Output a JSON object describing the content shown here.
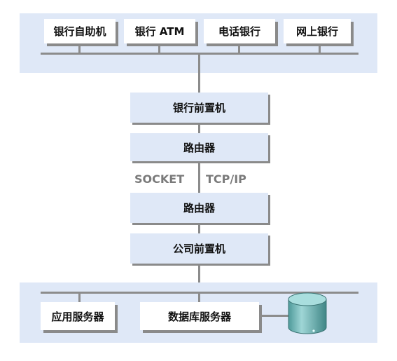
{
  "top_channels": [
    "银行自助机",
    "银行 ATM",
    "电话银行",
    "网上银行"
  ],
  "middle_nodes": {
    "bank_frontend": "银行前置机",
    "router_top": "路由器",
    "router_bottom": "路由器",
    "company_frontend": "公司前置机"
  },
  "protocols": {
    "left": "SOCKET",
    "right": "TCP/IP"
  },
  "servers": {
    "app": "应用服务器",
    "db": "数据库服务器"
  },
  "icons": {
    "database": "database-cylinder-icon"
  },
  "colors": {
    "band": "#dfe8f7",
    "line": "#8c8c8c",
    "cylinder": "#7fc0c0",
    "shadow": "#8a8a8a"
  }
}
